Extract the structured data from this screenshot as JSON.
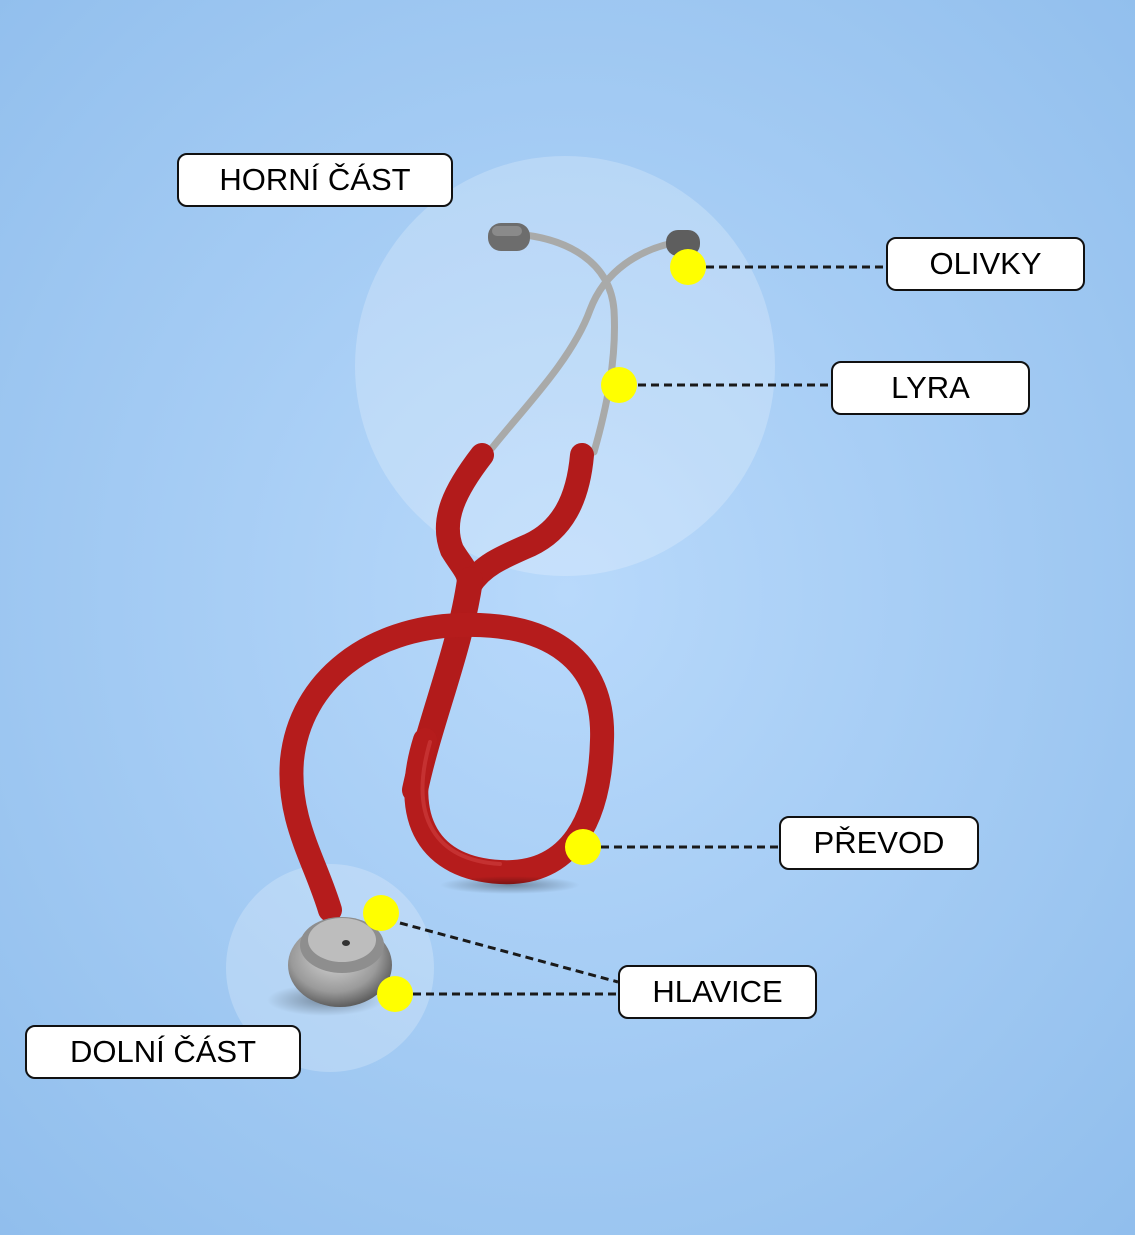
{
  "colors": {
    "background_center": "#b8d9fb",
    "background_edge": "#8fbdec",
    "tube_red": "#b51c1c",
    "marker_yellow": "#ffff00",
    "metal": "#a8a8a8"
  },
  "labels": {
    "horni_cast": "HORNÍ ČÁST",
    "olivky": "OLIVKY",
    "lyra": "LYRA",
    "prevod": "PŘEVOD",
    "hlavice": "HLAVICE",
    "dolni_cast": "DOLNÍ ČÁST"
  },
  "image": {
    "subject": "red stethoscope"
  }
}
